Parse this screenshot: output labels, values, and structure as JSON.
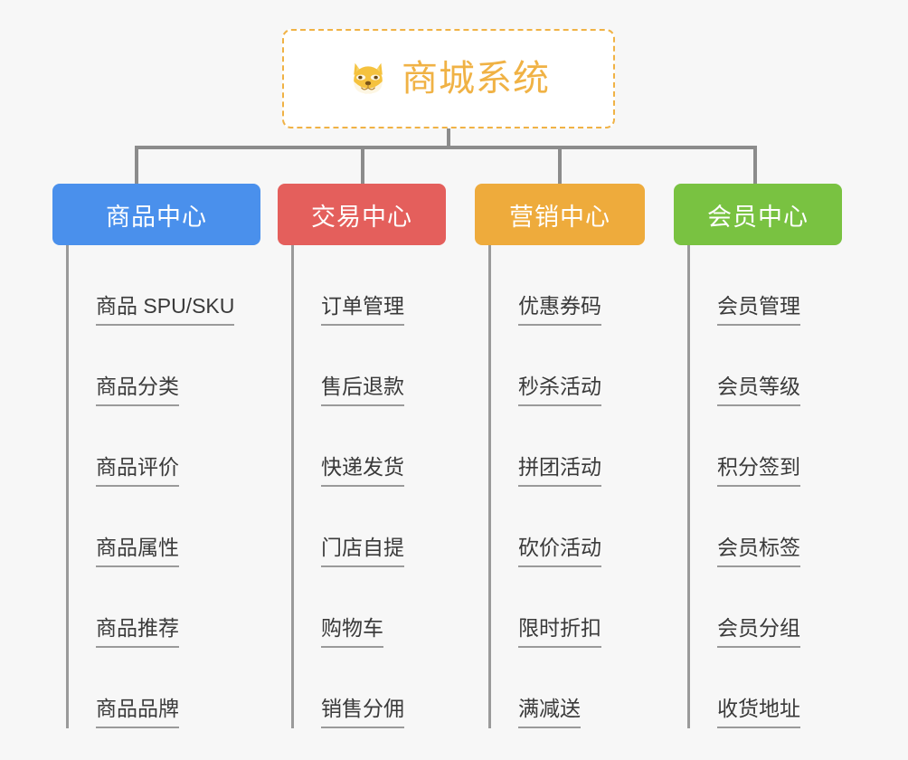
{
  "root": {
    "title": "商城系统",
    "icon": "shiba-dog-face-icon",
    "border_color": "#f0b245",
    "text_color": "#f0b245",
    "background": "#ffffff"
  },
  "canvas": {
    "background": "#f7f7f7",
    "connector_color": "#8c8c8c"
  },
  "branches": [
    {
      "title": "商品中心",
      "color": "#4a90ec",
      "items": [
        "商品 SPU/SKU",
        "商品分类",
        "商品评价",
        "商品属性",
        "商品推荐",
        "商品品牌"
      ]
    },
    {
      "title": "交易中心",
      "color": "#e45f5c",
      "items": [
        "订单管理",
        "售后退款",
        "快递发货",
        "门店自提",
        "购物车",
        "销售分佣"
      ]
    },
    {
      "title": "营销中心",
      "color": "#eeab3c",
      "items": [
        "优惠券码",
        "秒杀活动",
        "拼团活动",
        "砍价活动",
        "限时折扣",
        "满减送"
      ]
    },
    {
      "title": "会员中心",
      "color": "#79c241",
      "items": [
        "会员管理",
        "会员等级",
        "积分签到",
        "会员标签",
        "会员分组",
        "收货地址"
      ]
    }
  ]
}
